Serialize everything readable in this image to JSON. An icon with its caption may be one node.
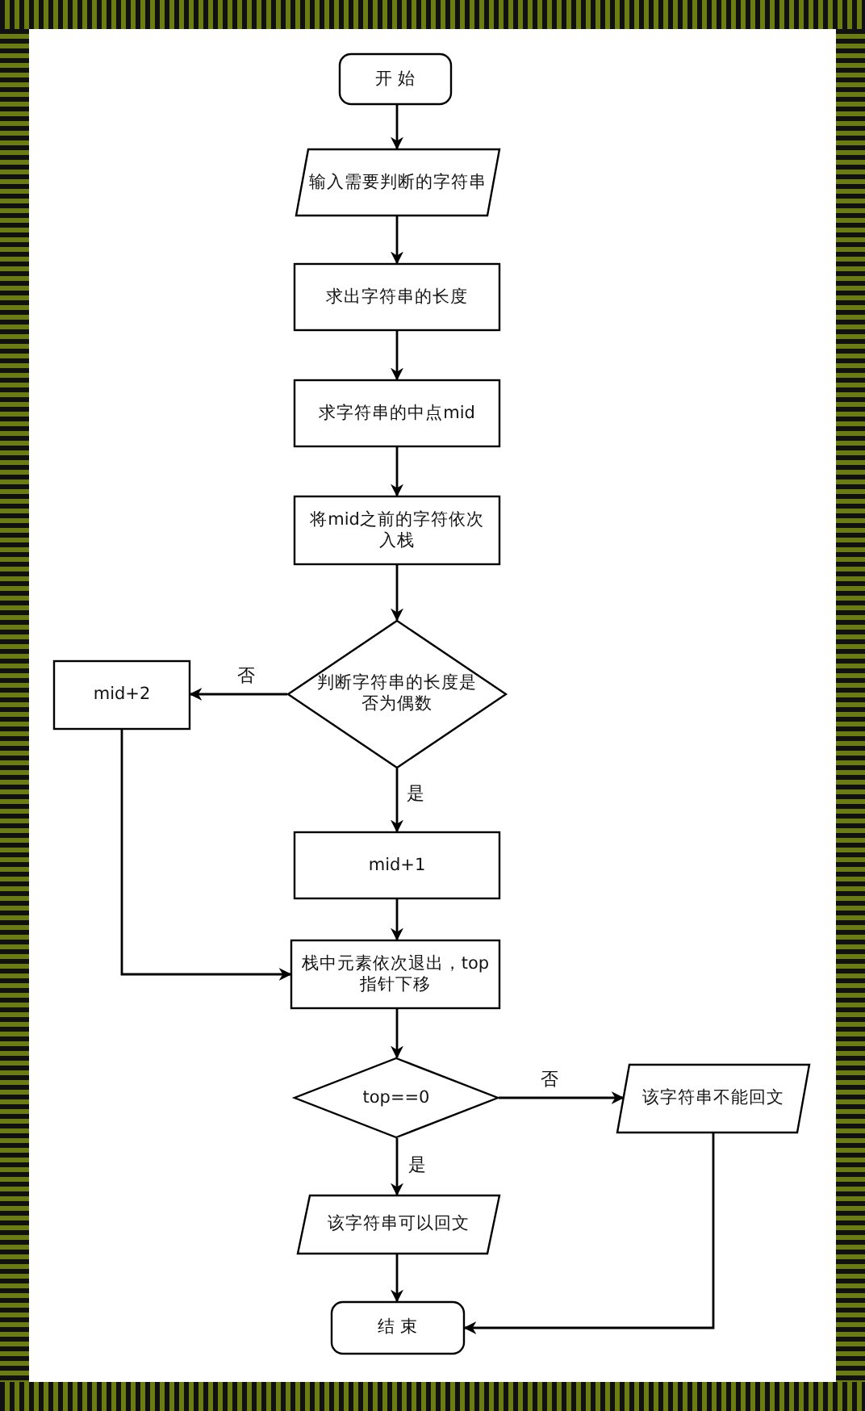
{
  "diagram": {
    "nodes": [
      {
        "text": [
          "开 始"
        ]
      },
      {
        "text": [
          "输入需要判断的字符串"
        ]
      },
      {
        "text": [
          "求出字符串的长度"
        ]
      },
      {
        "text": [
          "求字符串的中点mid"
        ]
      },
      {
        "text": [
          "将mid之前的字符依次入栈"
        ]
      },
      {
        "text": [
          "判断字符串的长度是否为偶数"
        ]
      },
      {
        "text": [
          "mid+2"
        ]
      },
      {
        "text": [
          "mid+1"
        ]
      },
      {
        "text": [
          "栈中元素依次退出，top指针下移"
        ]
      },
      {
        "text": [
          "top==0"
        ]
      },
      {
        "text": [
          "该字符串不能回文"
        ]
      },
      {
        "text": [
          "该字符串可以回文"
        ]
      },
      {
        "text": [
          "结 束"
        ]
      }
    ],
    "edges": [
      {
        "from": 0,
        "to": 1,
        "arrow": "to"
      },
      {
        "from": 1,
        "to": 2,
        "arrow": "to"
      },
      {
        "from": 2,
        "to": 3,
        "arrow": "to"
      },
      {
        "from": 3,
        "to": 4,
        "arrow": "to"
      },
      {
        "from": 4,
        "to": 5,
        "arrow": "to"
      },
      {
        "from": 5,
        "to": 6,
        "arrow": "to",
        "label": "否"
      },
      {
        "from": 5,
        "to": 7,
        "arrow": "to",
        "label": "是"
      },
      {
        "from": 7,
        "to": 8,
        "arrow": "to"
      },
      {
        "from": 6,
        "to": 8,
        "arrow": "to"
      },
      {
        "from": 8,
        "to": 9,
        "arrow": "to"
      },
      {
        "from": 9,
        "to": 10,
        "arrow": "to",
        "label": "否"
      },
      {
        "from": 9,
        "to": 11,
        "arrow": "to",
        "label": "是"
      },
      {
        "from": 11,
        "to": 12,
        "arrow": "to"
      },
      {
        "from": 10,
        "to": 12,
        "arrow": "to"
      }
    ]
  }
}
